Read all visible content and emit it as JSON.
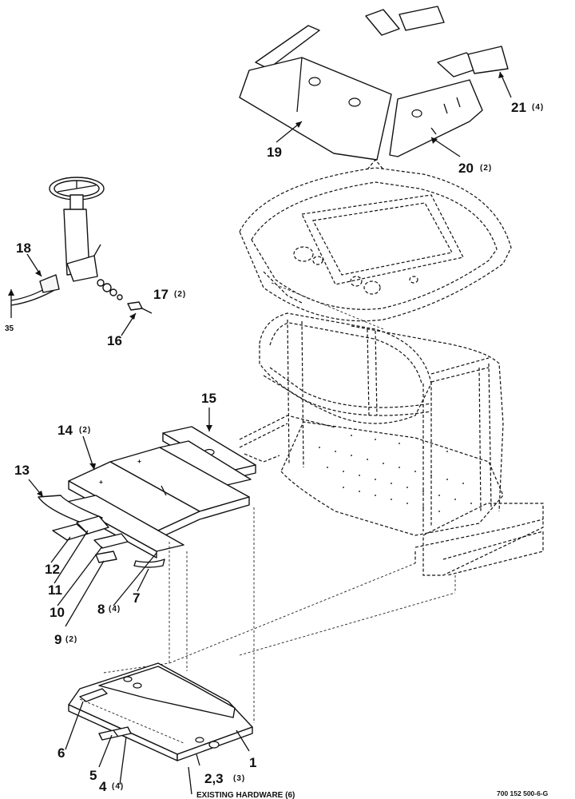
{
  "callouts": {
    "c1": "1",
    "c23": "2,3",
    "c23_qty": "(3)",
    "c4": "4",
    "c4_qty": "(4)",
    "c5": "5",
    "c6": "6",
    "c7": "7",
    "c8": "8",
    "c8_qty": "(4)",
    "c9": "9",
    "c9_qty": "(2)",
    "c10": "10",
    "c11": "11",
    "c12": "12",
    "c13": "13",
    "c14": "14",
    "c14_qty": "(2)",
    "c15": "15",
    "c16": "16",
    "c17": "17",
    "c17_qty": "(2)",
    "c18": "18",
    "c19": "19",
    "c20": "20",
    "c20_qty": "(2)",
    "c21": "21",
    "c21_qty": "(4)",
    "c35": "35"
  },
  "notes": {
    "existing_hardware": "EXISTING HARDWARE (6)",
    "drawing_number": "700 152 500-6-G"
  }
}
